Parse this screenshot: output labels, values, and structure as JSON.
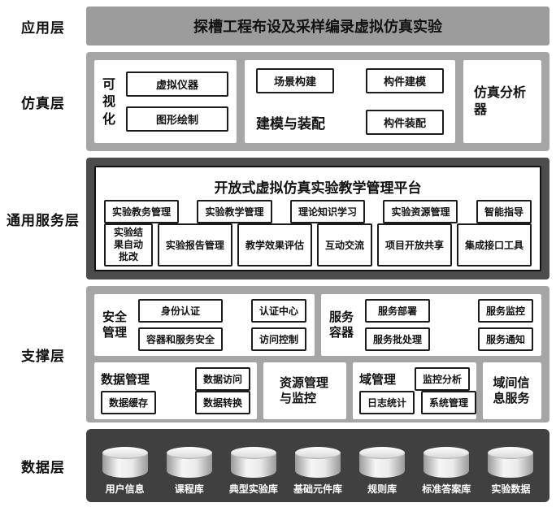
{
  "colors": {
    "banner_gray": "#9c9c9c",
    "layer_gray": "#a5a5a5",
    "service_dark": "#4c4c4c",
    "data_dark": "#404040",
    "box_border": "#1c1c1c"
  },
  "layers": {
    "application": {
      "label": "应用层",
      "banner": "探槽工程布设及采样编录虚拟仿真实验"
    },
    "simulation": {
      "label": "仿真层",
      "visualization": {
        "title": "可视化",
        "items": [
          "虚拟仪器",
          "图形绘制"
        ]
      },
      "modeling": {
        "title": "建模与装配",
        "items": [
          "场景构建",
          "构件建模",
          "构件装配"
        ]
      },
      "analyzer": "仿真分析器"
    },
    "service": {
      "label": "通用服务层",
      "platform_title": "开放式虚拟仿真实验教学管理平台",
      "row1": [
        "实验教务管理",
        "实验教学管理",
        "理论知识学习",
        "实验资源管理",
        "智能指导"
      ],
      "row2": [
        "实验结果自动批改",
        "实验报告管理",
        "教学效果评估",
        "互动交流",
        "项目开放共享",
        "集成接口工具"
      ]
    },
    "support": {
      "label": "支撑层",
      "security": {
        "title": "安全管理",
        "items": [
          "身份认证",
          "认证中心",
          "容器和服务安全",
          "访问控制"
        ]
      },
      "container": {
        "title": "服务容器",
        "items": [
          "服务部署",
          "服务监控",
          "服务批处理",
          "服务通知"
        ]
      },
      "data_mgmt": {
        "title": "数据管理",
        "items": [
          "数据访问",
          "数据缓存",
          "数据转换"
        ]
      },
      "resource": "资源管理与监控",
      "domain": {
        "title": "域管理",
        "items": [
          "监控分析",
          "日志统计",
          "系统管理"
        ]
      },
      "interdomain": "域间信息服务"
    },
    "data": {
      "label": "数据层",
      "databases": [
        "用户信息",
        "课程库",
        "典型实验库",
        "基础元件库",
        "规则库",
        "标准答案库",
        "实验数据"
      ]
    }
  }
}
